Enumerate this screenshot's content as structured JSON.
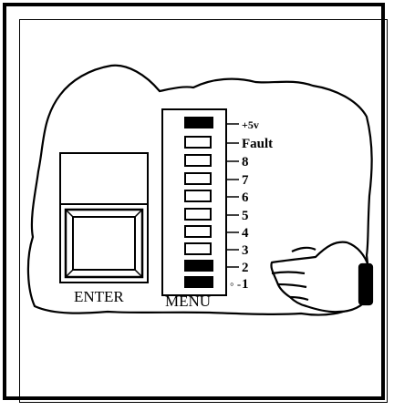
{
  "panel": {
    "enter_label": "ENTER",
    "menu_label": "MENU"
  },
  "leds": [
    {
      "label": "+5v",
      "state": "on",
      "bold": true
    },
    {
      "label": "Fault",
      "state": "off",
      "bold": true
    },
    {
      "label": "8",
      "state": "off",
      "bold": true
    },
    {
      "label": "7",
      "state": "off",
      "bold": true
    },
    {
      "label": "6",
      "state": "off",
      "bold": true
    },
    {
      "label": "5",
      "state": "off",
      "bold": true
    },
    {
      "label": "4",
      "state": "off",
      "bold": true
    },
    {
      "label": "3",
      "state": "off",
      "bold": true
    },
    {
      "label": "2",
      "state": "on",
      "bold": true
    },
    {
      "label": "1",
      "state": "on",
      "bold": true
    }
  ],
  "indicator_prefix": "◦ -",
  "colors": {
    "ink": "#000000",
    "paper": "#ffffff"
  },
  "icons": [
    "pointing-hand-icon"
  ]
}
